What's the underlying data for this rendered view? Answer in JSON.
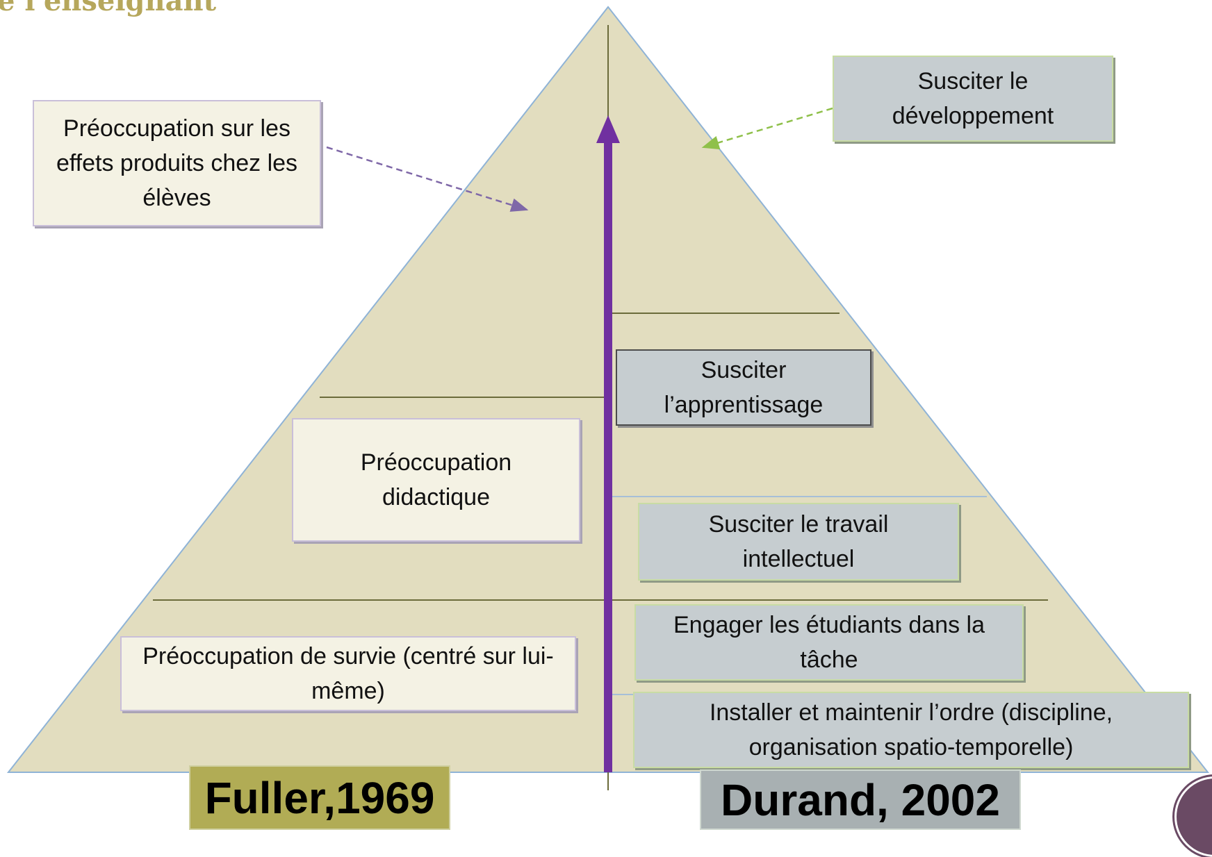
{
  "title_fragment": "e l'enseignant",
  "fuller": {
    "top": "Préoccupation sur les effets produits chez les élèves",
    "middle": "Préoccupation didactique",
    "bottom": "Préoccupation de survie (centré sur lui-même)",
    "source": "Fuller,1969"
  },
  "durand": {
    "top": "Susciter le développement",
    "level4": "Susciter l’apprentissage",
    "level3": "Susciter le travail intellectuel",
    "level2": "Engager les étudiants dans la tâche",
    "level1": "Installer et maintenir l’ordre (discipline, organisation spatio-temporelle)",
    "source": "Durand, 2002"
  },
  "colors": {
    "pyramid_fill": "#e2ddbf",
    "pyramid_edge": "#8fb3d6",
    "arrow": "#7030a0",
    "fuller_label": "#b1ac55",
    "durand_label": "#a8b0b2",
    "title": "#b6a75c"
  }
}
